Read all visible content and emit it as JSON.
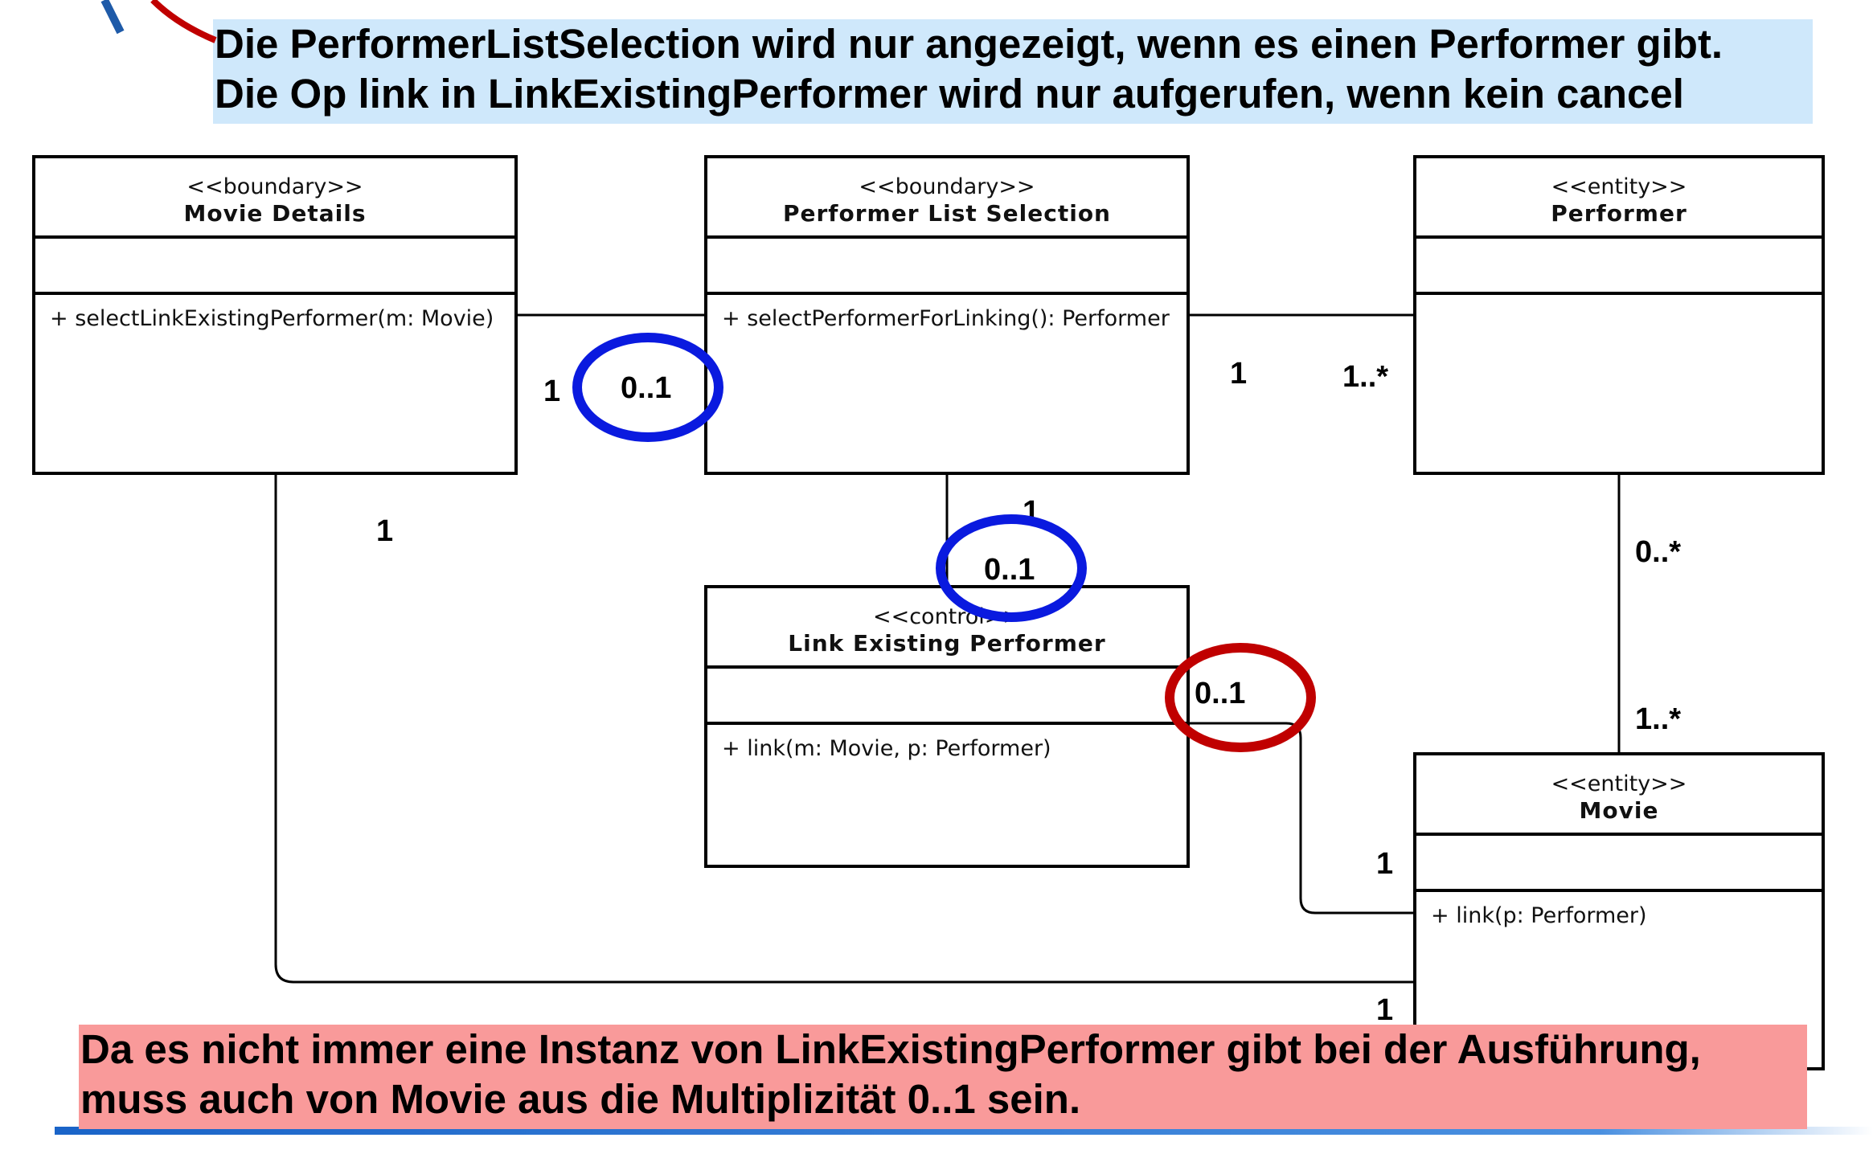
{
  "notes": {
    "top_line1": "Die PerformerListSelection wird nur angezeigt, wenn es einen Performer gibt.",
    "top_line2": "Die Op link in LinkExistingPerformer wird nur aufgerufen, wenn kein cancel",
    "bottom_line1": "Da es nicht immer eine Instanz von LinkExistingPerformer gibt bei der Ausführung,",
    "bottom_line2": "muss auch von Movie aus die Multiplizität 0..1 sein."
  },
  "classes": {
    "movie_details": {
      "stereotype": "<<boundary>>",
      "name": "Movie Details",
      "operation": "+ selectLinkExistingPerformer(m: Movie)"
    },
    "performer_list_selection": {
      "stereotype": "<<boundary>>",
      "name": "Performer List Selection",
      "operation": "+ selectPerformerForLinking(): Performer"
    },
    "performer": {
      "stereotype": "<<entity>>",
      "name": "Performer",
      "operation": ""
    },
    "link_existing_performer": {
      "stereotype": "<<control>>",
      "name": "Link Existing Performer",
      "operation": "+ link(m: Movie, p: Performer)"
    },
    "movie": {
      "stereotype": "<<entity>>",
      "name": "Movie",
      "operation": "+ link(p: Performer)"
    }
  },
  "multiplicities": {
    "md_pls_left": "1",
    "md_pls_right": "0..1",
    "pls_perf_left": "1",
    "pls_perf_right": "1..*",
    "md_movie": "1",
    "pls_lep_top": "1",
    "pls_lep_bottom": "0..1",
    "lep_movie_left": "0..1",
    "lep_movie_right": "1",
    "perf_movie_top": "0..*",
    "perf_movie_bottom": "1..*",
    "movie_md_right": "1"
  },
  "highlight_colors": {
    "blue": "#0a1adf",
    "red": "#c00000",
    "note_blue": "#cfe8fb",
    "note_red": "#f99a9a"
  }
}
